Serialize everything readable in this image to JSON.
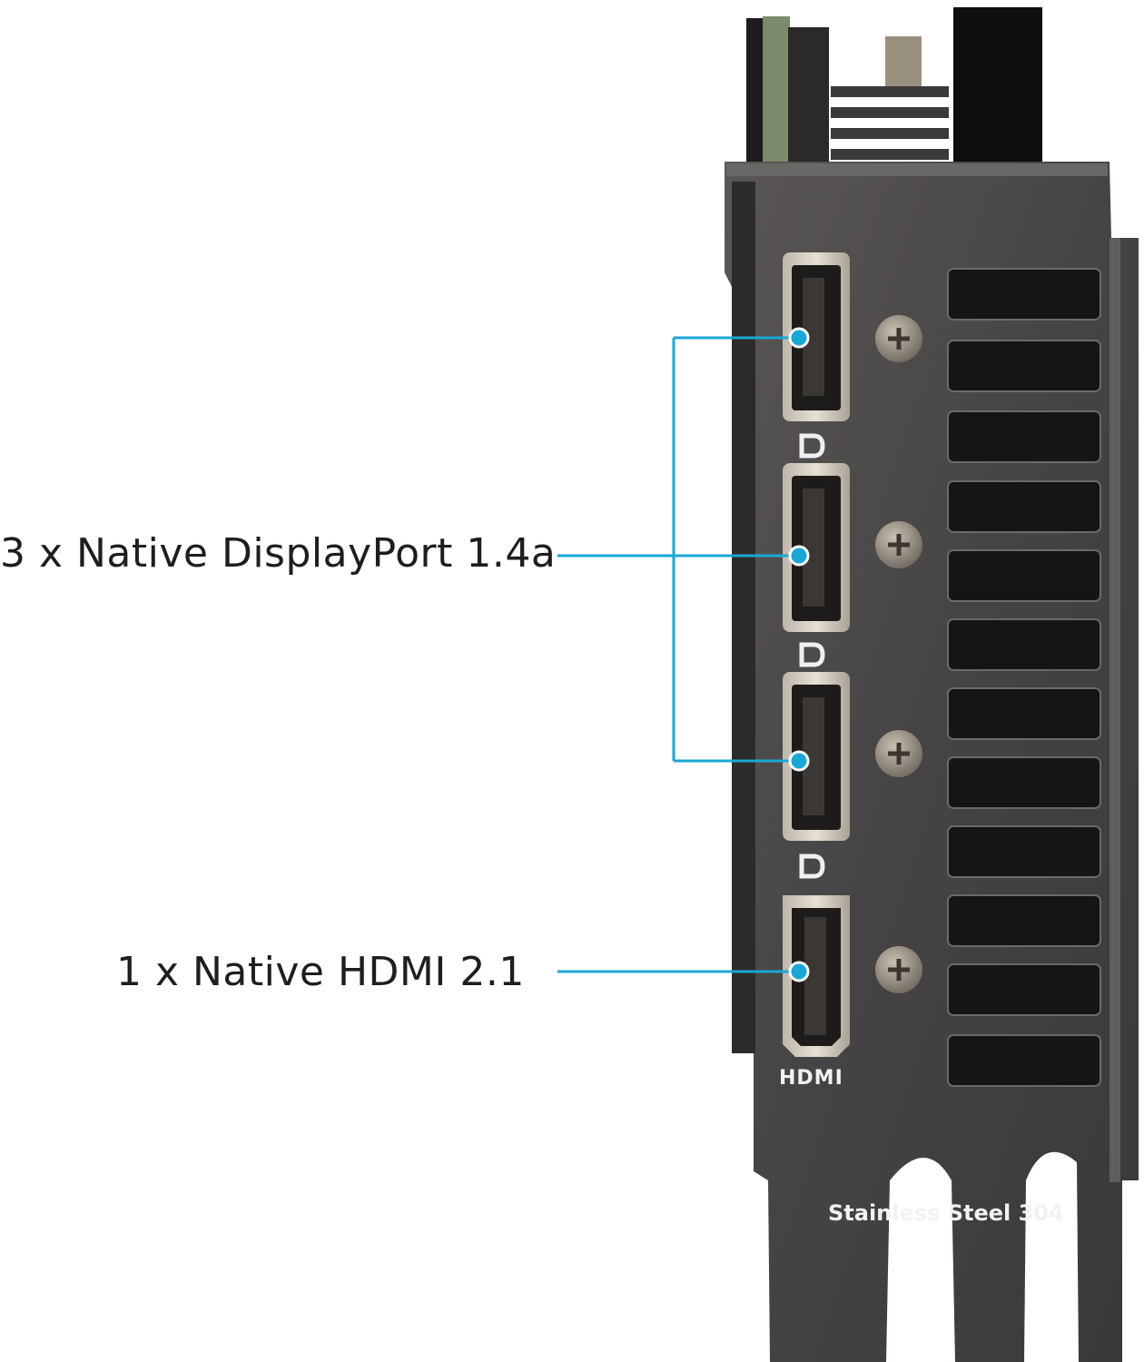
{
  "callouts": {
    "displayport_label": "3 x Native DisplayPort 1.4a",
    "hdmi_label": "1 x Native HDMI 2.1"
  },
  "bracket": {
    "hdmi_marking": "HDMI",
    "material_marking": "Stainless Steel 304"
  },
  "colors": {
    "callout_line": "#1aa7d6",
    "bracket_metal": "#4a4848"
  }
}
